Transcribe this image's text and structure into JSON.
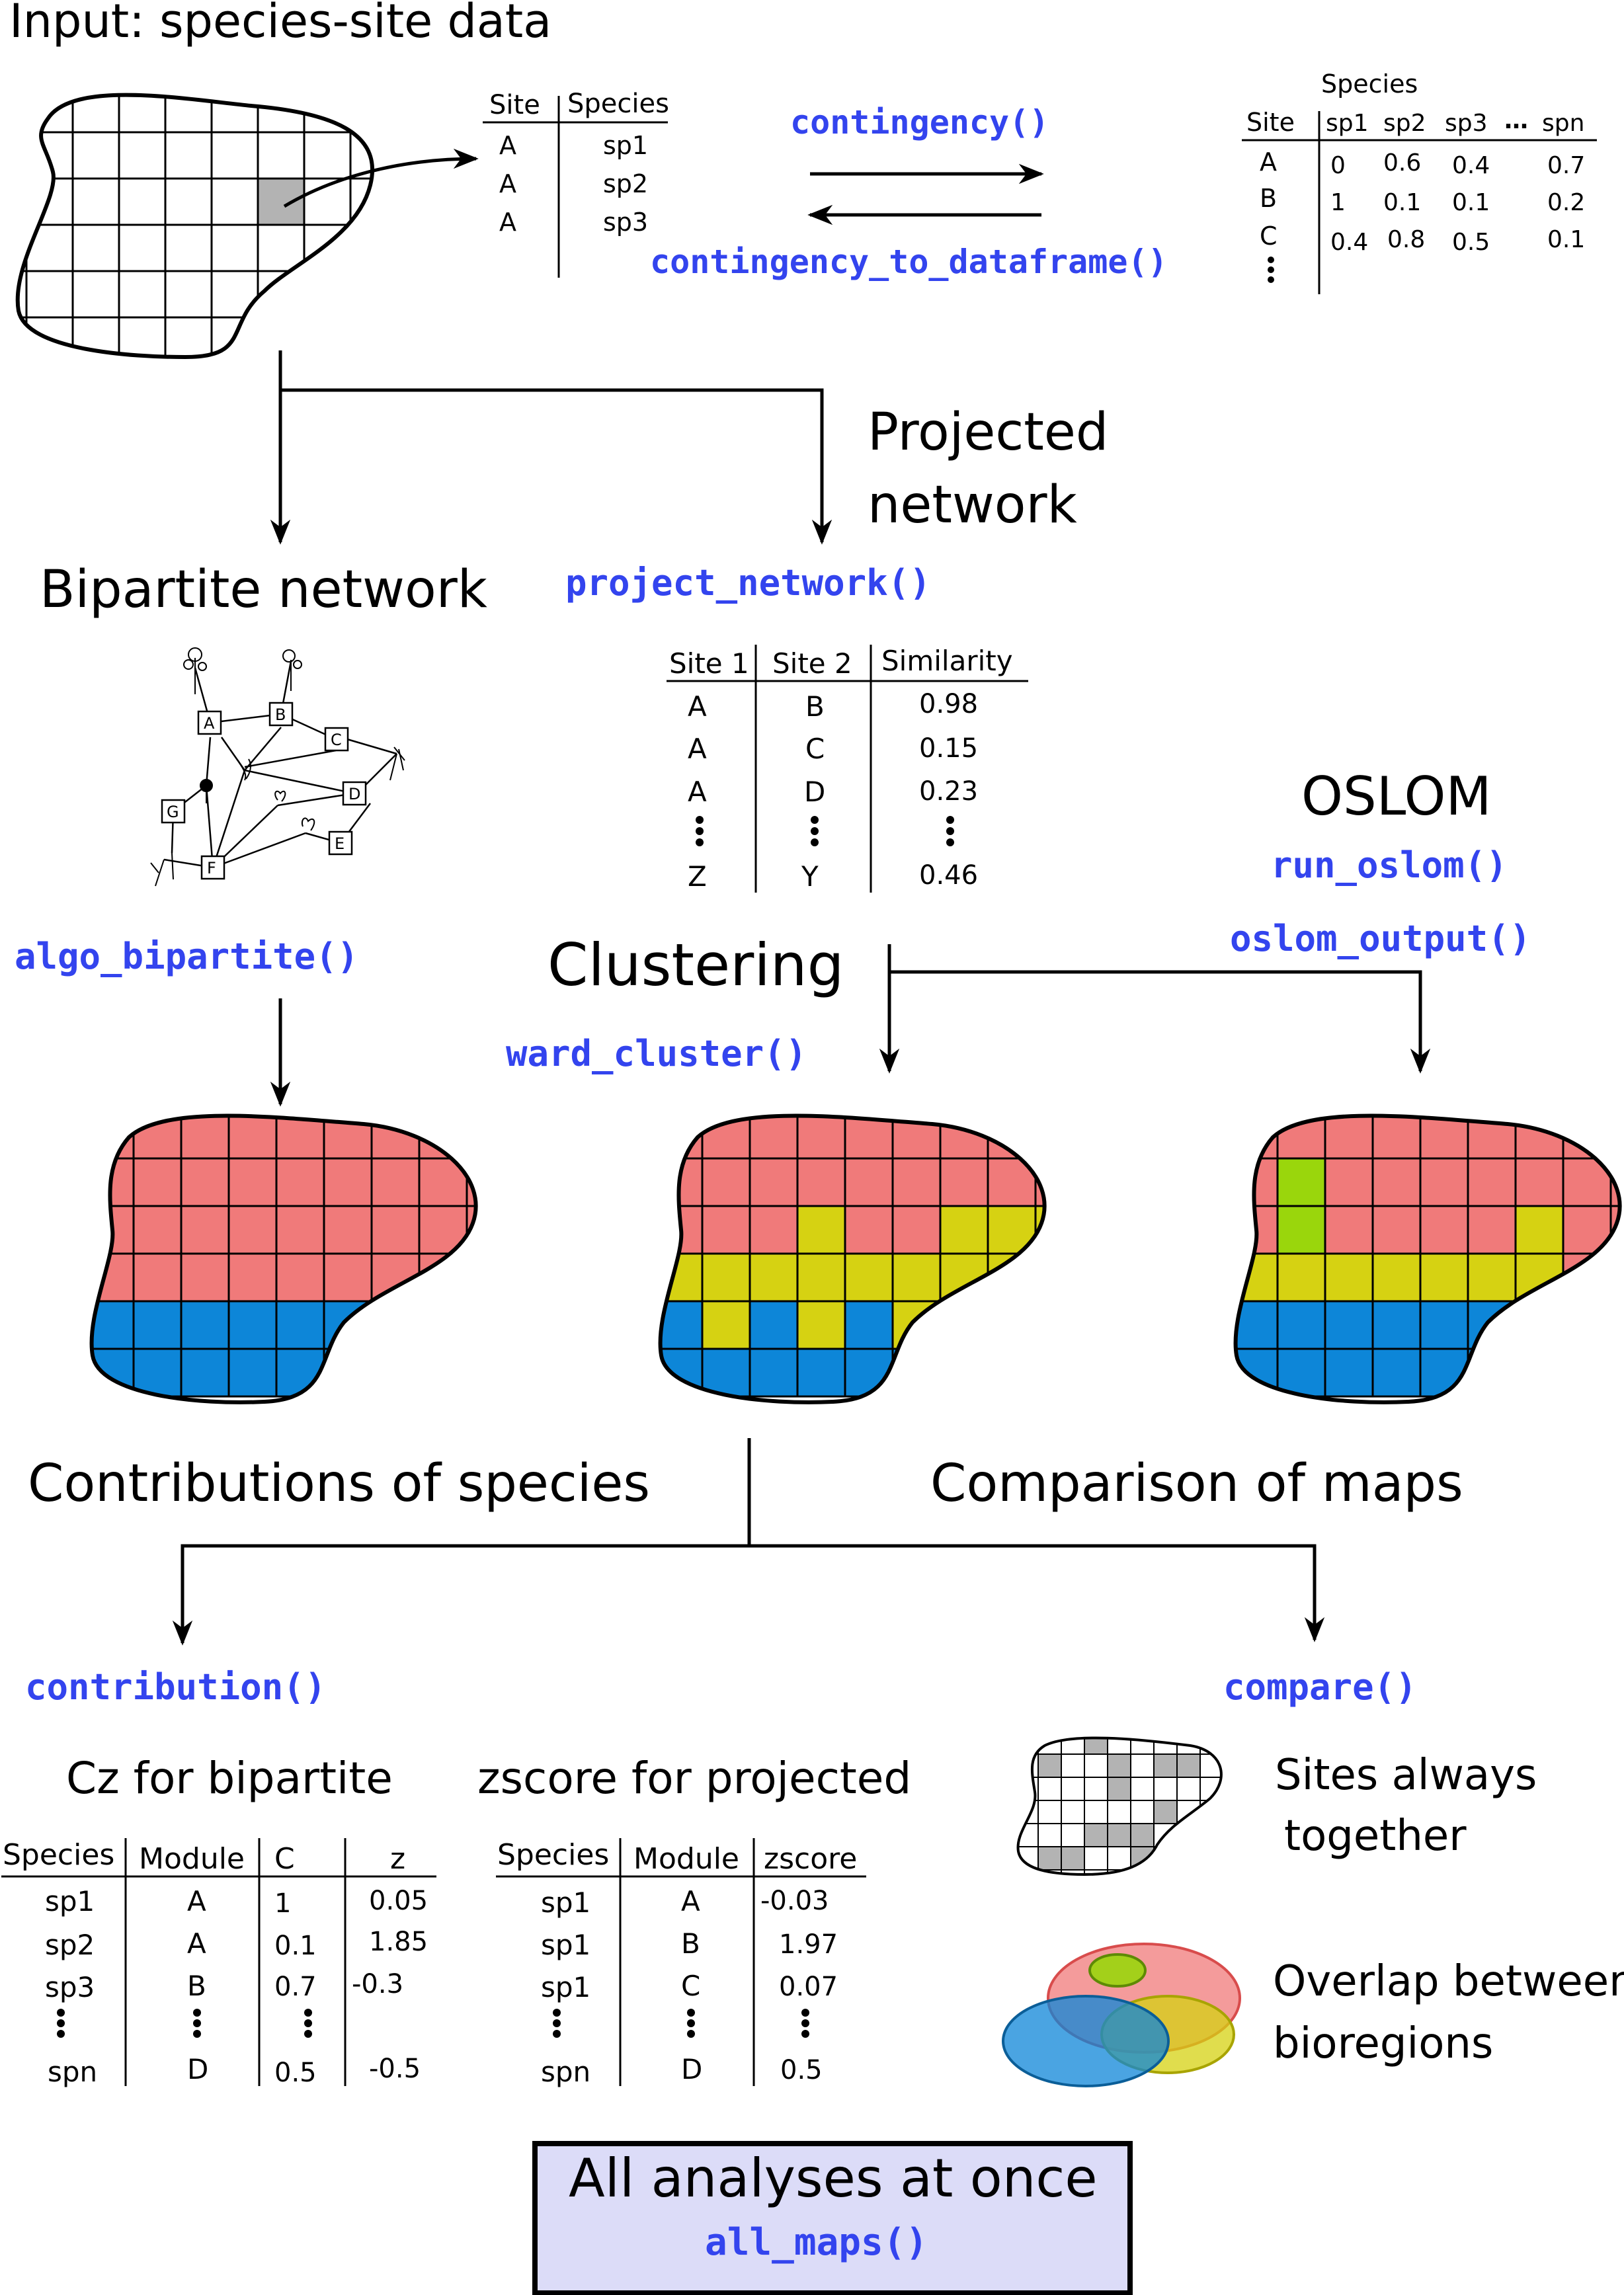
{
  "input": {
    "title": "Input: species-site data",
    "long_table": {
      "headers": [
        "Site",
        "Species"
      ],
      "rows": [
        [
          "A",
          "sp1"
        ],
        [
          "A",
          "sp2"
        ],
        [
          "A",
          "sp3"
        ]
      ]
    },
    "fn_contingency": "contingency()",
    "fn_to_dataframe": "contingency_to_dataframe()",
    "matrix": {
      "super_header": "Species",
      "site_header": "Site",
      "columns": [
        "sp1",
        "sp2",
        "sp3",
        "…",
        "spn"
      ],
      "rows": [
        {
          "site": "A",
          "values": [
            "0",
            "0.6",
            "0.4",
            "0.7"
          ]
        },
        {
          "site": "B",
          "values": [
            "1",
            "0.1",
            "0.1",
            "0.2"
          ]
        },
        {
          "site": "C",
          "values": [
            "0.4",
            "0.8",
            "0.5",
            "0.1"
          ]
        }
      ]
    }
  },
  "bipartite": {
    "title": "Bipartite network",
    "node_labels": [
      "A",
      "B",
      "C",
      "D",
      "E",
      "F",
      "G"
    ],
    "fn": "algo_bipartite()"
  },
  "projected": {
    "title_line1": "Projected",
    "title_line2": "network",
    "fn": "project_network()",
    "table": {
      "headers": [
        "Site 1",
        "Site 2",
        "Similarity"
      ],
      "rows": [
        [
          "A",
          "B",
          "0.98"
        ],
        [
          "A",
          "C",
          "0.15"
        ],
        [
          "A",
          "D",
          "0.23"
        ],
        [
          "Z",
          "Y",
          "0.46"
        ]
      ]
    }
  },
  "oslom": {
    "title": "OSLOM",
    "fn_run": "run_oslom()",
    "fn_output": "oslom_output()"
  },
  "clustering": {
    "title": "Clustering",
    "fn": "ward_cluster()"
  },
  "colors": {
    "red": "#f07a7a",
    "yellow": "#d6d212",
    "blue": "#0d86d8",
    "green": "#9ad60c",
    "gray": "#b3b3b3",
    "function_text": "#3344ee",
    "box_fill": "#dcdcf8"
  },
  "post": {
    "contributions_title": "Contributions of species",
    "comparison_title": "Comparison of maps",
    "fn_contribution": "contribution()",
    "fn_compare": "compare()"
  },
  "cz_table": {
    "title": "Cz for bipartite",
    "headers": [
      "Species",
      "Module",
      "C",
      "z"
    ],
    "rows": [
      [
        "sp1",
        "A",
        "1",
        "0.05"
      ],
      [
        "sp2",
        "A",
        "0.1",
        "1.85"
      ],
      [
        "sp3",
        "B",
        "0.7",
        "-0.3"
      ],
      [
        "spn",
        "D",
        "0.5",
        "-0.5"
      ]
    ]
  },
  "zscore_table": {
    "title": "zscore for projected",
    "headers": [
      "Species",
      "Module",
      "zscore"
    ],
    "rows": [
      [
        "sp1",
        "A",
        "-0.03"
      ],
      [
        "sp1",
        "B",
        "1.97"
      ],
      [
        "sp1",
        "C",
        "0.07"
      ],
      [
        "spn",
        "D",
        "0.5"
      ]
    ]
  },
  "compare_items": {
    "sites_line1": "Sites always",
    "sites_line2": "together",
    "overlap_line1": "Overlap between",
    "overlap_line2": "bioregions"
  },
  "all_maps": {
    "title": "All analyses at once",
    "fn": "all_maps()"
  }
}
